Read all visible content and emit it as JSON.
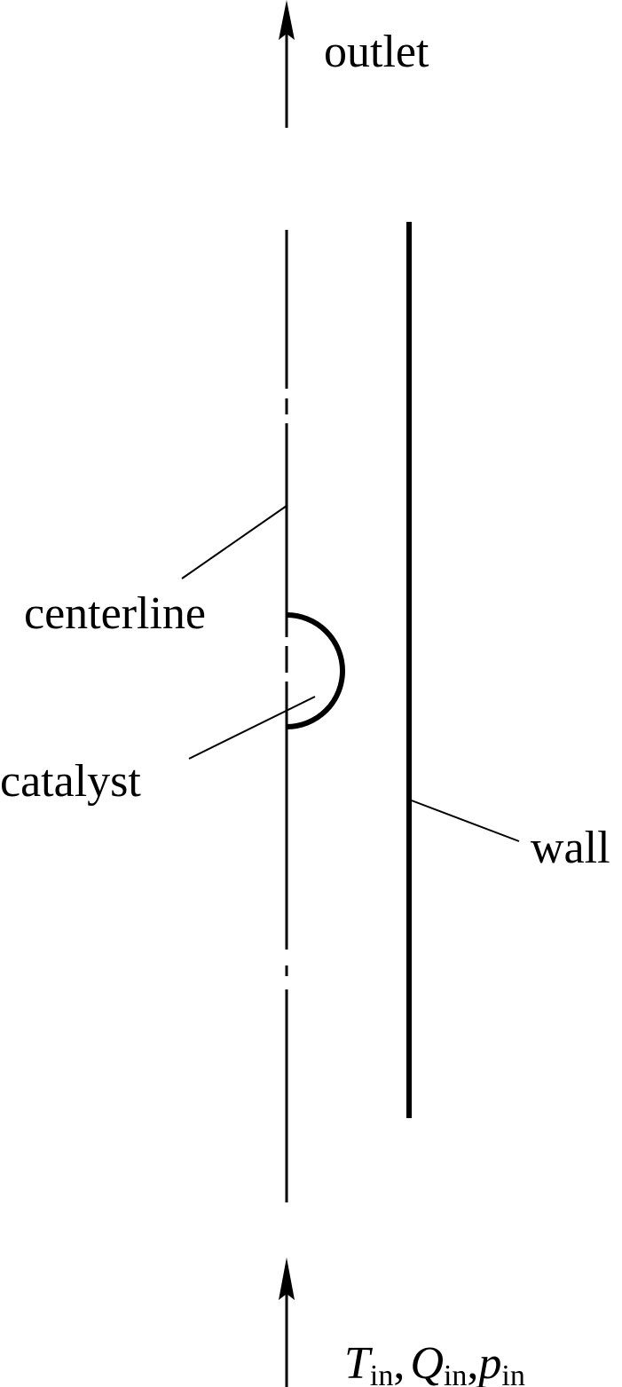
{
  "labels": {
    "outlet": "outlet",
    "centerline": "centerline",
    "catalyst": "catalyst",
    "wall": "wall"
  },
  "inlet": {
    "T": "T",
    "T_sub": "in",
    "Q": "Q",
    "Q_sub": "in",
    "p": "p",
    "p_sub": "in",
    "sep": ","
  },
  "colors": {
    "ink": "#000000",
    "background": "#ffffff"
  }
}
